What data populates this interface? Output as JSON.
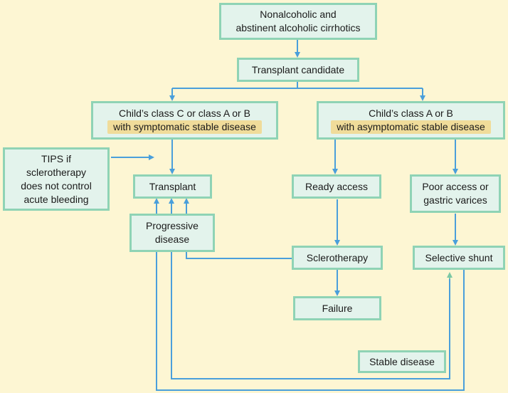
{
  "colors": {
    "background": "#fdf6d3",
    "box_fill": "#e3f3ec",
    "box_border": "#8fd3b5",
    "arrow": "#4a9fdb",
    "highlight": "#f0dc9a"
  },
  "nodes": {
    "start": {
      "line1": "Nonalcoholic and",
      "line2": "abstinent alcoholic cirrhotics"
    },
    "candidate": {
      "label": "Transplant candidate"
    },
    "class_c": {
      "line1": "Child’s class C or class A or B",
      "line2": "with symptomatic stable disease"
    },
    "class_ab": {
      "line1": "Child’s class A or B",
      "line2": "with asymptomatic stable disease"
    },
    "tips": {
      "line1": "TIPS if",
      "line2": "sclerotherapy",
      "line3": "does not control",
      "line4": "acute bleeding"
    },
    "transplant": {
      "label": "Transplant"
    },
    "progressive": {
      "line1": "Progressive",
      "line2": "disease"
    },
    "ready": {
      "label": "Ready access"
    },
    "poor": {
      "line1": "Poor access or",
      "line2": "gastric varices"
    },
    "sclero": {
      "label": "Sclerotherapy"
    },
    "failure": {
      "label": "Failure"
    },
    "shunt": {
      "label": "Selective shunt"
    },
    "stable": {
      "label": "Stable disease"
    }
  }
}
